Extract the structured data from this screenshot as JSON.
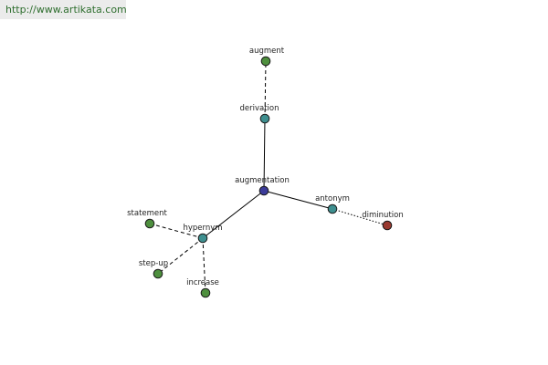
{
  "watermark": {
    "url": "http://www.artikata.com"
  },
  "colors": {
    "center": "#3c3c9a",
    "relation": "#3e8f8f",
    "leaf": "#4e8f3e",
    "antonym_leaf": "#9a3a30",
    "background": "#ffffff"
  },
  "graph": {
    "nodes": [
      {
        "id": "augmentation",
        "label": "augmentation",
        "kind": "center"
      },
      {
        "id": "derivation",
        "label": "derivation",
        "kind": "relation"
      },
      {
        "id": "augment",
        "label": "augment",
        "kind": "leaf"
      },
      {
        "id": "antonym",
        "label": "antonym",
        "kind": "relation"
      },
      {
        "id": "diminution",
        "label": "diminution",
        "kind": "antonym_leaf"
      },
      {
        "id": "hypernym",
        "label": "hypernym",
        "kind": "relation"
      },
      {
        "id": "statement",
        "label": "statement",
        "kind": "leaf"
      },
      {
        "id": "step-up",
        "label": "step-up",
        "kind": "leaf"
      },
      {
        "id": "increase",
        "label": "increase",
        "kind": "leaf"
      }
    ],
    "edges": [
      {
        "from": "augmentation",
        "to": "derivation",
        "style": "solid"
      },
      {
        "from": "augmentation",
        "to": "antonym",
        "style": "solid"
      },
      {
        "from": "augmentation",
        "to": "hypernym",
        "style": "solid"
      },
      {
        "from": "derivation",
        "to": "augment",
        "style": "dashed"
      },
      {
        "from": "antonym",
        "to": "diminution",
        "style": "dotted"
      },
      {
        "from": "hypernym",
        "to": "statement",
        "style": "dashed"
      },
      {
        "from": "hypernym",
        "to": "step-up",
        "style": "dashed"
      },
      {
        "from": "hypernym",
        "to": "increase",
        "style": "dashed"
      }
    ]
  }
}
